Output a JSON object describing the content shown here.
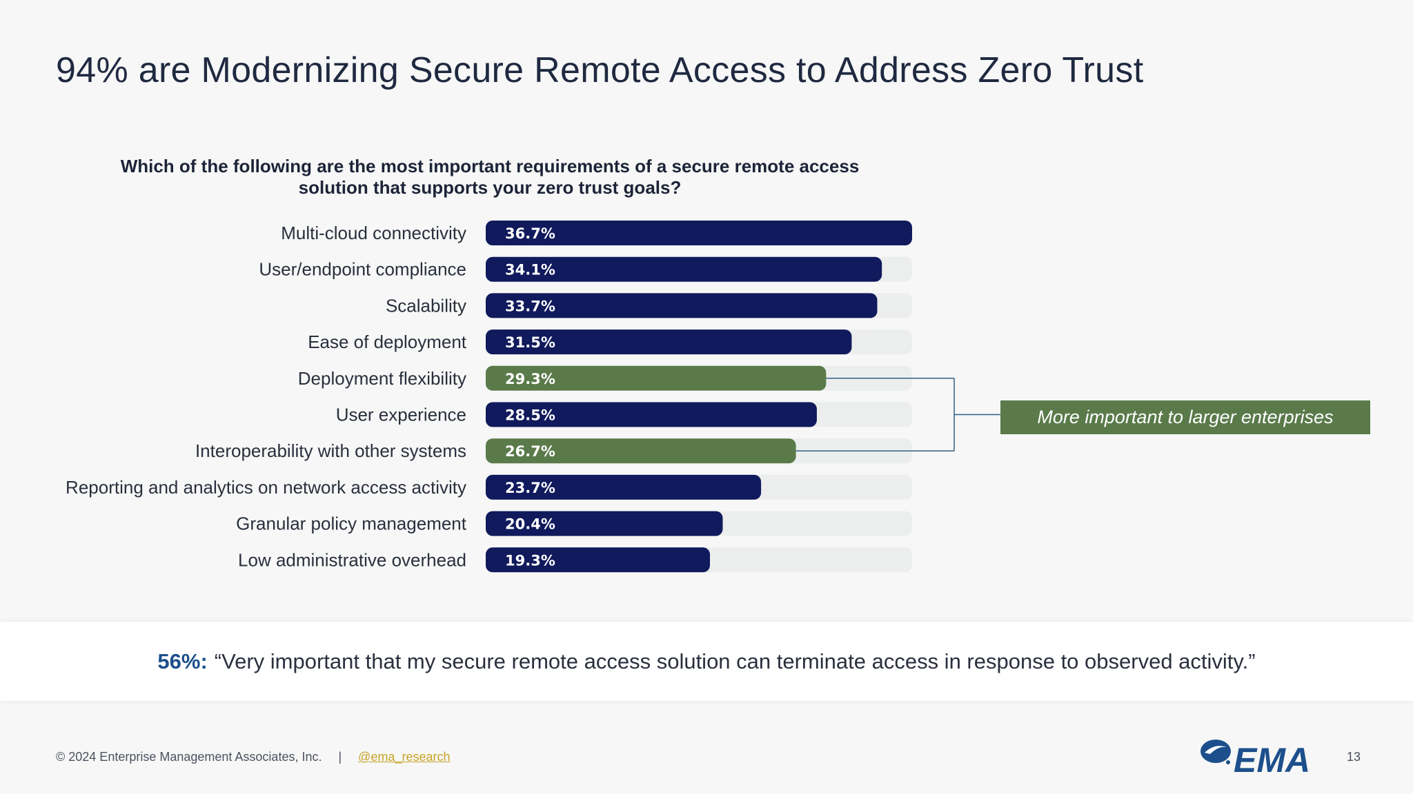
{
  "slide": {
    "title": "94% are Modernizing Secure Remote Access to Address Zero Trust",
    "callout": "More important to larger enterprises",
    "quote_stat": "56%:",
    "quote_text": "“Very important that my secure remote access solution can terminate access in response to observed activity.”",
    "footer_copyright": "© 2024 Enterprise Management Associates, Inc.",
    "footer_separator": "|",
    "footer_handle": "@ema_research",
    "logo_text": "EMA",
    "page_number": "13"
  },
  "colors": {
    "navy": "#101a5c",
    "green": "#5a7a4a",
    "track": "#eceeed",
    "bracket": "#2f5e86"
  },
  "chart_data": {
    "type": "bar",
    "orientation": "horizontal",
    "title": "Which of the following are the most important requirements of a secure remote access solution that supports your zero trust goals?",
    "categories": [
      "Multi-cloud connectivity",
      "User/endpoint compliance",
      "Scalability",
      "Ease of deployment",
      "Deployment flexibility",
      "User experience",
      "Interoperability with other systems",
      "Reporting and analytics on network access activity",
      "Granular policy management",
      "Low administrative overhead"
    ],
    "values": [
      36.7,
      34.1,
      33.7,
      31.5,
      29.3,
      28.5,
      26.7,
      23.7,
      20.4,
      19.3
    ],
    "value_labels": [
      "36.7%",
      "34.1%",
      "33.7%",
      "31.5%",
      "29.3%",
      "28.5%",
      "26.7%",
      "23.7%",
      "20.4%",
      "19.3%"
    ],
    "highlighted": [
      false,
      false,
      false,
      false,
      true,
      false,
      true,
      false,
      false,
      false
    ],
    "xlim": [
      0,
      36.7
    ],
    "grid": false,
    "legend": "none"
  }
}
